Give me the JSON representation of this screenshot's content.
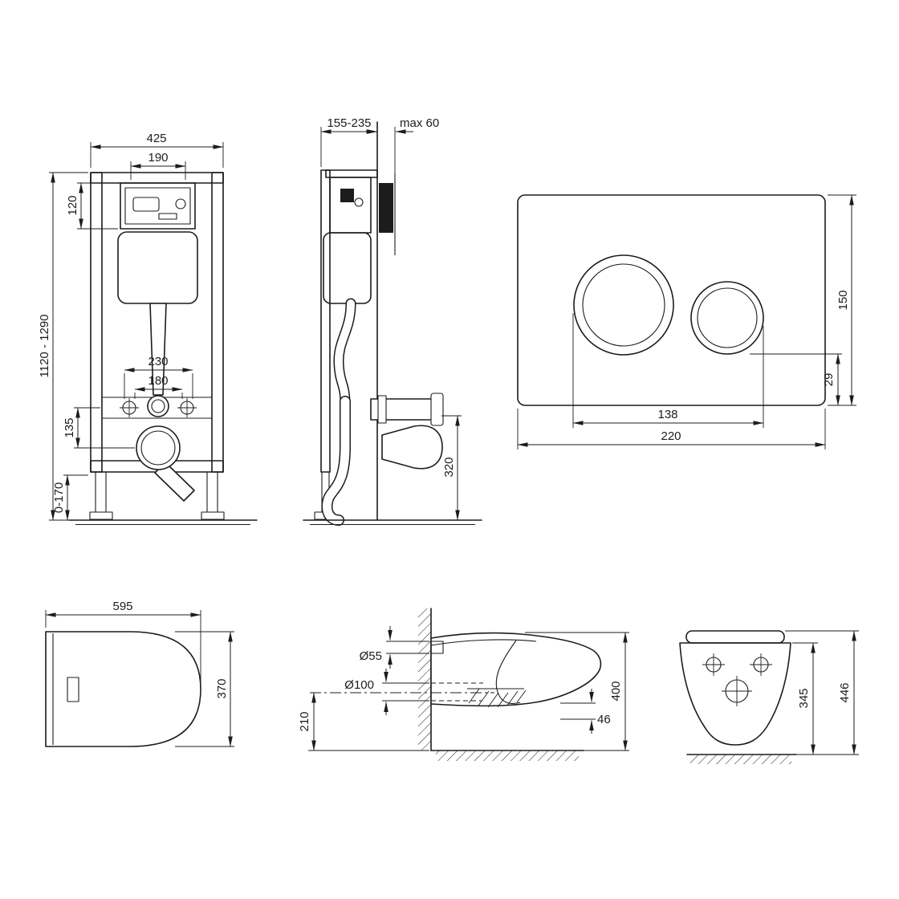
{
  "colors": {
    "line": "#1c1c1c",
    "background": "#ffffff"
  },
  "views": {
    "frame_front": {
      "width": "425",
      "opening_width": "190",
      "cistern_height": "120",
      "height_range": "1120 - 1290",
      "fixing_outer": "230",
      "fixing_inner": "180",
      "outlet_offset": "135",
      "leg_adjust": "0-170"
    },
    "frame_side": {
      "depth_range": "155-235",
      "wall_max": "max 60",
      "outlet_height": "320"
    },
    "flush_plate": {
      "height": "150",
      "edge_offset": "29",
      "buttons_width": "138",
      "width": "220"
    },
    "bowl_top": {
      "length": "595",
      "width": "370"
    },
    "bowl_side": {
      "inlet_diameter": "Ø55",
      "outlet_diameter": "Ø100",
      "outlet_center_height": "210",
      "rim_height": "400",
      "lip_height": "46"
    },
    "bowl_front": {
      "body_height": "345",
      "total_height": "446"
    }
  }
}
